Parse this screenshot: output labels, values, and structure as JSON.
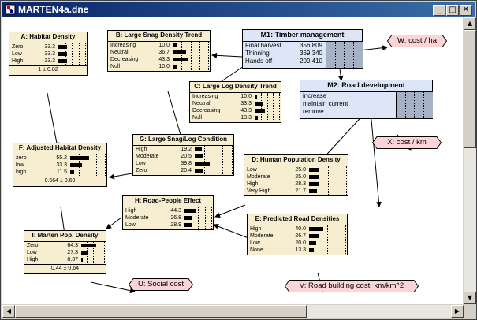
{
  "window": {
    "title": "MARTEN4a.dne",
    "buttons": {
      "minimize": "_",
      "maximize": "□",
      "close": "✕"
    },
    "icon": "netica-doc-icon"
  },
  "utility_nodes": [
    {
      "id": "W",
      "label": "W: cost / ha"
    },
    {
      "id": "X",
      "label": "X: cost / km"
    },
    {
      "id": "U",
      "label": "U: Social cost"
    },
    {
      "id": "V",
      "label": "V: Road building cost, km/km^2"
    }
  ],
  "nature_nodes": [
    {
      "id": "A",
      "title": "A: Habitat Density",
      "states": [
        {
          "name": "Zero",
          "value": "33.3",
          "prob": 33.3
        },
        {
          "name": "Low",
          "value": "33.3",
          "prob": 33.3
        },
        {
          "name": "High",
          "value": "33.3",
          "prob": 33.3
        }
      ],
      "footer": "1 ± 0.82"
    },
    {
      "id": "B",
      "title": "B: Large Snag Density Trend",
      "states": [
        {
          "name": "Increasing",
          "value": "10.0",
          "prob": 10.0
        },
        {
          "name": "Neutral",
          "value": "36.7",
          "prob": 36.7
        },
        {
          "name": "Decreasing",
          "value": "43.3",
          "prob": 43.3
        },
        {
          "name": "Null",
          "value": "10.0",
          "prob": 10.0
        }
      ],
      "footer": ""
    },
    {
      "id": "C",
      "title": "C: Large Log Density Trend",
      "states": [
        {
          "name": "Increasing",
          "value": "10.0",
          "prob": 10.0
        },
        {
          "name": "Neutral",
          "value": "33.3",
          "prob": 33.3
        },
        {
          "name": "Decreasing",
          "value": "43.3",
          "prob": 43.3
        },
        {
          "name": "Null",
          "value": "13.3",
          "prob": 13.3
        }
      ],
      "footer": ""
    },
    {
      "id": "D",
      "title": "D: Human Population Density",
      "states": [
        {
          "name": "Low",
          "value": "25.0",
          "prob": 25.0
        },
        {
          "name": "Moderate",
          "value": "25.0",
          "prob": 25.0
        },
        {
          "name": "High",
          "value": "28.3",
          "prob": 28.3
        },
        {
          "name": "Very High",
          "value": "21.7",
          "prob": 21.7
        }
      ],
      "footer": ""
    },
    {
      "id": "E",
      "title": "E: Predicted Road Densities",
      "states": [
        {
          "name": "High",
          "value": "40.0",
          "prob": 40.0
        },
        {
          "name": "Moderate",
          "value": "26.7",
          "prob": 26.7
        },
        {
          "name": "Low",
          "value": "20.0",
          "prob": 20.0
        },
        {
          "name": "None",
          "value": "13.3",
          "prob": 13.3
        }
      ],
      "footer": ""
    },
    {
      "id": "F",
      "title": "F: Adjusted Habitat Density",
      "states": [
        {
          "name": "zero",
          "value": "55.2",
          "prob": 55.2
        },
        {
          "name": "low",
          "value": "33.3",
          "prob": 33.3
        },
        {
          "name": "high",
          "value": "11.5",
          "prob": 11.5
        }
      ],
      "footer": "0.564 ± 0.69"
    },
    {
      "id": "G",
      "title": "G: Large Snag/Log Condition",
      "states": [
        {
          "name": "High",
          "value": "19.2",
          "prob": 19.2
        },
        {
          "name": "Moderate",
          "value": "20.5",
          "prob": 20.5
        },
        {
          "name": "Low",
          "value": "39.8",
          "prob": 39.8
        },
        {
          "name": "Zero",
          "value": "20.4",
          "prob": 20.4
        }
      ],
      "footer": ""
    },
    {
      "id": "H",
      "title": "H: Road-People Effect",
      "states": [
        {
          "name": "High",
          "value": "44.3",
          "prob": 44.3
        },
        {
          "name": "Moderate",
          "value": "26.8",
          "prob": 26.8
        },
        {
          "name": "Low",
          "value": "28.9",
          "prob": 28.9
        }
      ],
      "footer": ""
    },
    {
      "id": "I",
      "title": "I: Marten Pop. Density",
      "states": [
        {
          "name": "Zero",
          "value": "64.3",
          "prob": 64.3
        },
        {
          "name": "Low",
          "value": "27.3",
          "prob": 27.3
        },
        {
          "name": "High",
          "value": "8.37",
          "prob": 8.37
        }
      ],
      "footer": "0.44 ± 0.64"
    }
  ],
  "decision_nodes": [
    {
      "id": "M1",
      "title": "M1: Timber management",
      "options": [
        {
          "name": "Final harvest",
          "value": "356.809"
        },
        {
          "name": "Thinning",
          "value": "369.340"
        },
        {
          "name": "Hands off",
          "value": "209.410"
        }
      ]
    },
    {
      "id": "M2",
      "title": "M2: Road development",
      "options": [
        {
          "name": "increase",
          "value": ""
        },
        {
          "name": "maintain current",
          "value": ""
        },
        {
          "name": "remove",
          "value": ""
        }
      ]
    }
  ],
  "colors": {
    "nature_node_bg": "#f7eed2",
    "decision_node_bg": "#dde6f6",
    "utility_node_bg": "#fcd3d6",
    "titlebar_start": "#0a246a",
    "titlebar_end": "#3a6ea5"
  }
}
